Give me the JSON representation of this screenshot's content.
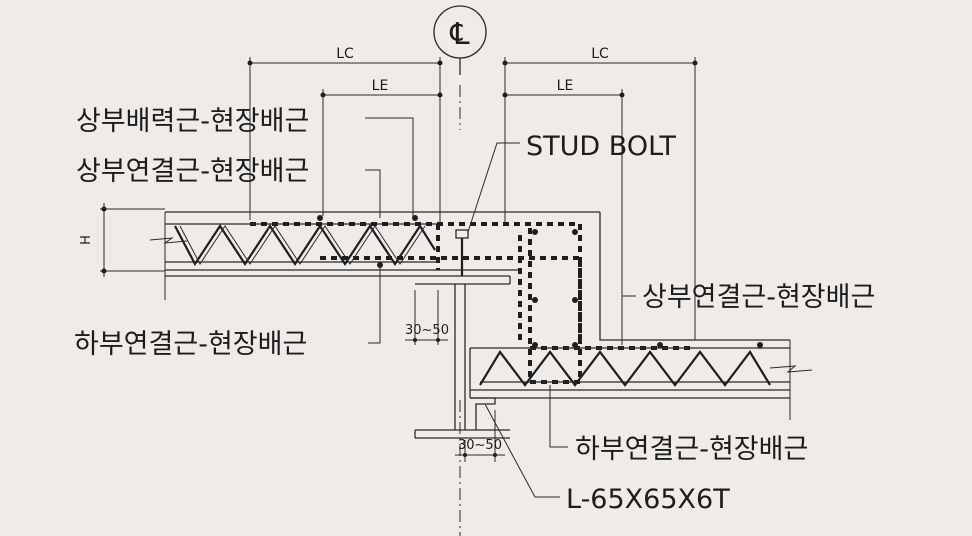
{
  "diagram": {
    "centerline_symbol": "℄",
    "dims": {
      "lc_left": "LC",
      "le_left": "LE",
      "lc_right": "LC",
      "le_right": "LE",
      "h": "H",
      "gap_upper": "30~50",
      "gap_lower": "30~50"
    },
    "labels": {
      "upper_main_left": "상부배력근-현장배근",
      "upper_conn_left": "상부연결근-현장배근",
      "stud_bolt": "STUD BOLT",
      "lower_conn_left": "하부연결근-현장배근",
      "upper_conn_right": "상부연결근-현장배근",
      "lower_conn_right": "하부연결근-현장배근",
      "angle": "L-65X65X6T"
    },
    "colors": {
      "background": "#efebe9",
      "line": "#1e1e1e"
    }
  }
}
